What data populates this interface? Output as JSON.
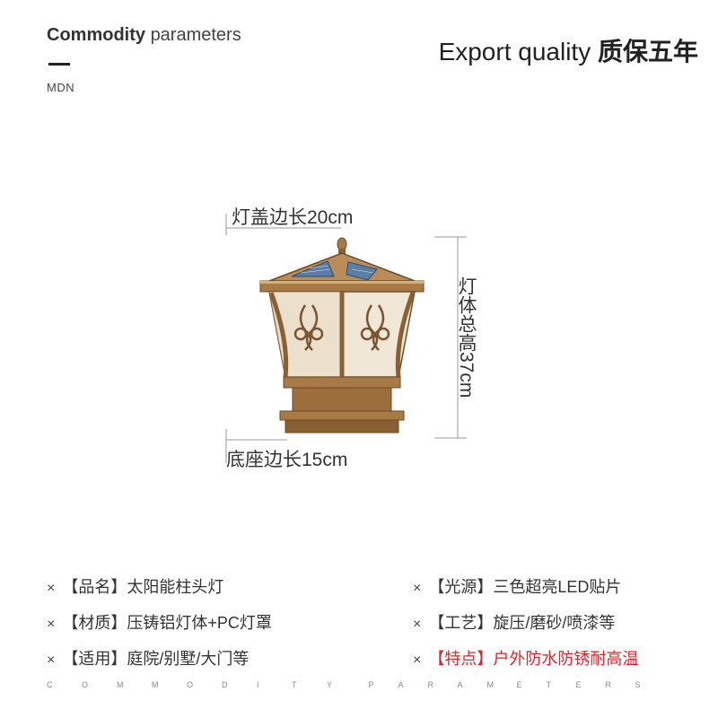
{
  "header": {
    "title_bold": "Commodity",
    "title_light": "parameters",
    "subtitle": "MDN",
    "export_en": "Export quality",
    "export_cn": "质保五年"
  },
  "dimensions": {
    "top": "灯盖边长20cm",
    "right": "灯体总高37cm",
    "bottom": "底座边长15cm"
  },
  "params": [
    {
      "marker": "×",
      "label": "【品名】",
      "value": "太阳能柱头灯"
    },
    {
      "marker": "×",
      "label": "【光源】",
      "value": "三色超亮LED贴片"
    },
    {
      "marker": "×",
      "label": "【材质】",
      "value": "压铸铝灯体+PC灯罩"
    },
    {
      "marker": "×",
      "label": "【工艺】",
      "value": "旋压/磨砂/喷漆等"
    },
    {
      "marker": "×",
      "label": "【适用】",
      "value": "庭院/别墅/大门等"
    },
    {
      "marker": "×",
      "label": "【特点】",
      "value": "户外防水防锈耐高温"
    }
  ],
  "footer": {
    "word1": "COMMODITY",
    "word2": "PARAMETERS"
  },
  "colors": {
    "accent_red": "#d8262b",
    "lamp_bronze": "#a87a45",
    "lamp_dark": "#6e4a26"
  }
}
